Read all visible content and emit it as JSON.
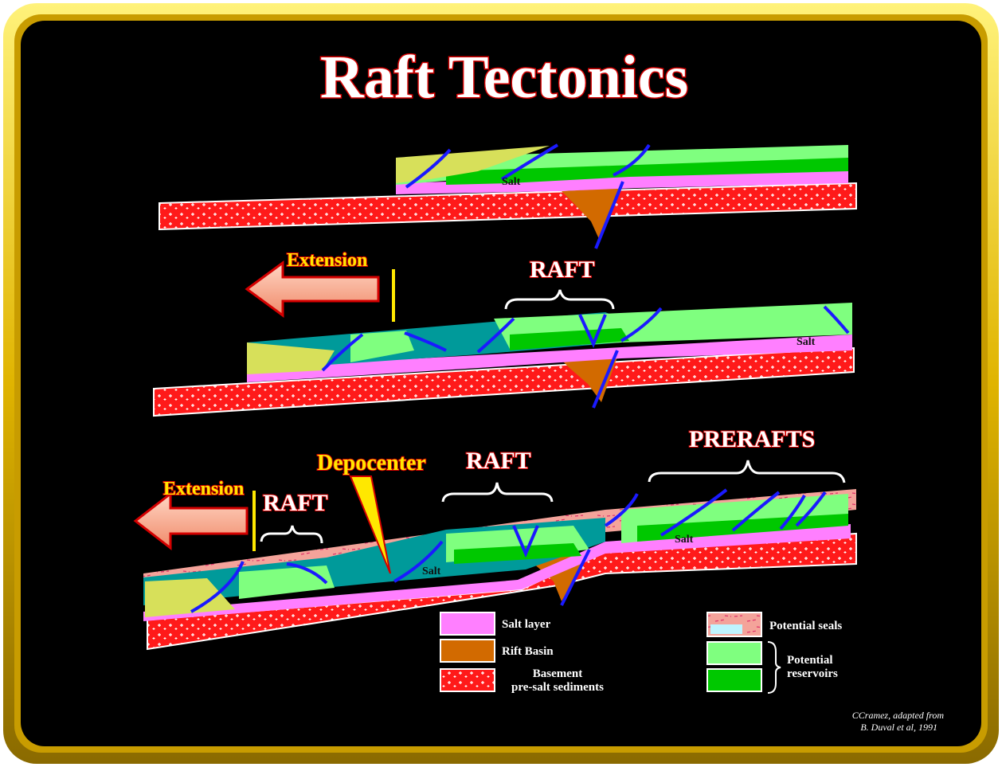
{
  "title": "Raft Tectonics",
  "labels": {
    "extension_1": "Extension",
    "extension_2": "Extension",
    "raft_1": "RAFT",
    "raft_2": "RAFT",
    "raft_3": "RAFT",
    "prerafts": "PRERAFTS",
    "depocenter": "Depocenter",
    "salt_1": "Salt",
    "salt_2": "Salt",
    "salt_3": "Salt",
    "salt_4": "Salt"
  },
  "legend": {
    "salt_layer": "Salt layer",
    "rift_basin": "Rift Basin",
    "basement_line1": "Basement",
    "basement_line2": "pre-salt sediments",
    "potential_seals": "Potential seals",
    "potential_reservoirs_line1": "Potential",
    "potential_reservoirs_line2": "reservoirs"
  },
  "credit": {
    "line1": "CCramez, adapted from",
    "line2": "B. Duval et al, 1991"
  },
  "colors": {
    "background": "#000000",
    "frame_gold": "#e8c000",
    "title_outline": "#d40000",
    "salt": "#ff7fff",
    "rift_basin": "#d26a00",
    "basement": "#ff1a1a",
    "light_green": "#7fff7f",
    "dark_green": "#00c800",
    "teal": "#009a9a",
    "yellow_green": "#d7e05a",
    "seal_pink": "#f4a39a",
    "fault_blue": "#1a1aff"
  }
}
